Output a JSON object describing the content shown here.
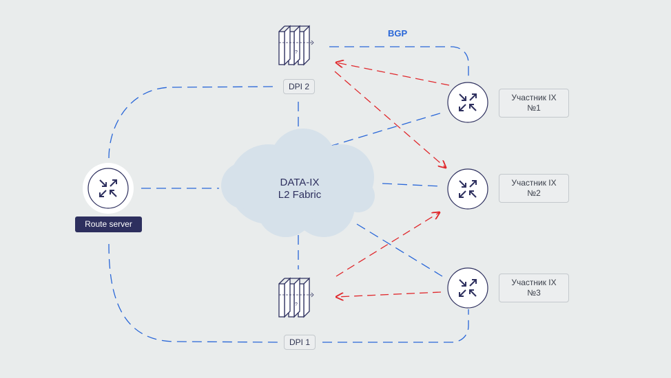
{
  "protocol_label": "BGP",
  "fabric": {
    "line1": "DATA-IX",
    "line2": "L2 Fabric"
  },
  "route_server": {
    "label": "Route server"
  },
  "dpi": [
    {
      "label": "DPI 2"
    },
    {
      "label": "DPI 1"
    }
  ],
  "participants": [
    {
      "line1": "Участник IX",
      "line2": "№1"
    },
    {
      "line1": "Участник IX",
      "line2": "№2"
    },
    {
      "line1": "Участник IX",
      "line2": "№3"
    }
  ],
  "colors": {
    "background": "#e9ecec",
    "bgp_link": "#2866d8",
    "dpi_flow": "#e0282c",
    "router_icon": "#2d2f5e",
    "cloud": "#d6e1ea"
  },
  "icons": {
    "router": "router-arrows-icon",
    "dpi": "server-rack-icon",
    "cloud": "cloud-icon"
  }
}
